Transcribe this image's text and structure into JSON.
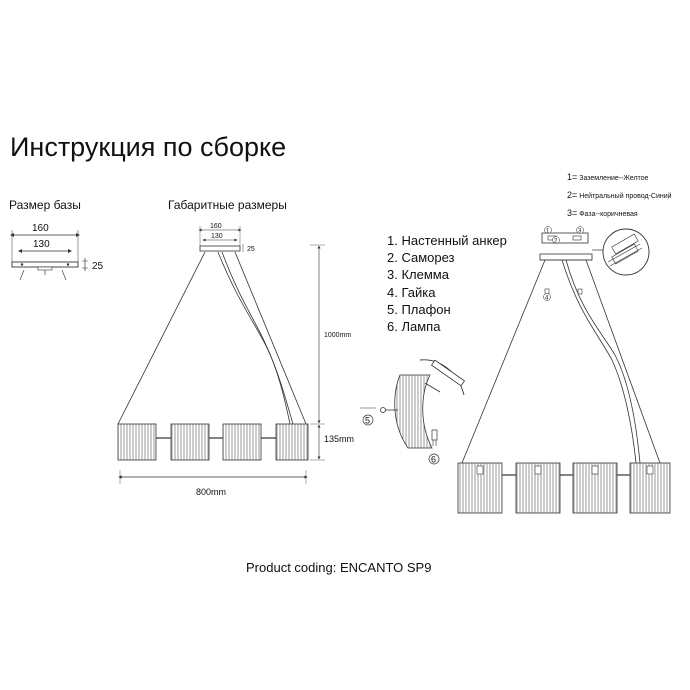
{
  "title": "Инструкция по сборке",
  "base": {
    "label": "Размер базы",
    "dim_outer": "160",
    "dim_inner": "130",
    "dim_height": "25"
  },
  "overall": {
    "label": "Габаритные размеры",
    "dim_outer": "160",
    "dim_inner": "130",
    "dim_height": "25",
    "cable_length": "1000mm",
    "shade_height": "135mm",
    "width": "800mm"
  },
  "parts": [
    "1. Настенный анкер",
    "2. Саморез",
    "3. Клемма",
    "4. Гайка",
    "5. Плафон",
    "6. Лампа"
  ],
  "wiring": [
    {
      "num": "1=",
      "text": "Заземление--Желтое"
    },
    {
      "num": "2=",
      "text": "Нейтральный провод-Синий"
    },
    {
      "num": "3=",
      "text": "Фаза--коричневая"
    }
  ],
  "callouts": {
    "five": "5",
    "six": "6",
    "one": "1",
    "two": "2",
    "three": "3",
    "four": "4"
  },
  "product_coding": "Product coding: ENCANTO SP9"
}
